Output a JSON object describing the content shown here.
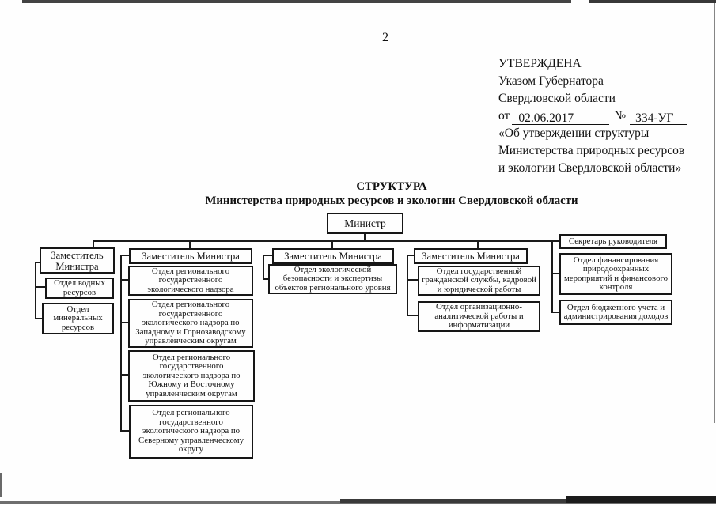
{
  "page": {
    "number": "2"
  },
  "approval": {
    "line1": "УТВЕРЖДЕНА",
    "line2": "Указом Губернатора",
    "line3": "Свердловской области",
    "date_prefix": "от",
    "date": "02.06.2017",
    "number_sign": "№",
    "doc_number": "334-УГ",
    "line5": "«Об утверждении структуры",
    "line6": "Министерства природных ресурсов",
    "line7": "и экологии Свердловской области»"
  },
  "title": {
    "line1": "СТРУКТУРА",
    "line2": "Министерства природных ресурсов и экологии Свердловской области"
  },
  "org": {
    "minister": "Министр",
    "deputy1": "Заместитель Министра",
    "water": "Отдел водных ресурсов",
    "mineral": "Отдел минеральных ресурсов",
    "deputy2": "Заместитель Министра",
    "nadzor": "Отдел регионального государственного экологического надзора",
    "nadzor_west": "Отдел регионального государственного экологического надзора по Западному и Горнозаводскому управленческим округам",
    "nadzor_south": "Отдел регионального государственного экологического надзора по Южному и Восточному управленческим округам",
    "nadzor_north": "Отдел регионального государственного экологического надзора по Северному управленческому округу",
    "deputy3": "Заместитель Министра",
    "eco_safety": "Отдел экологической безопасности и экспертизы объектов регионального уровня",
    "deputy4": "Заместитель Министра",
    "civil_service": "Отдел государственной гражданской службы, кадровой и юридической работы",
    "org_analytics": "Отдел организационно-аналитической работы и информатизации",
    "secretary": "Секретарь руководителя",
    "finance": "Отдел финансирования природоохранных мероприятий и финансового контроля",
    "budget": "Отдел бюджетного учета и администрирования доходов"
  }
}
